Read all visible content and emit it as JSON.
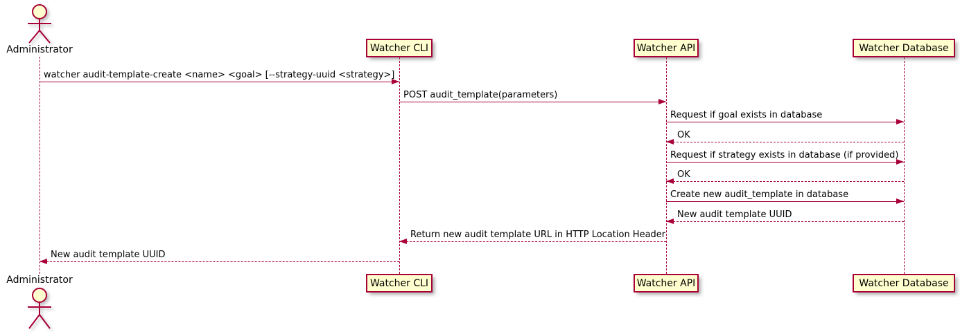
{
  "diagram": {
    "kind": "uml-sequence-diagram"
  },
  "colors": {
    "accent": "#A80036",
    "participant_fill": "#FEFECE",
    "text": "#000000",
    "background": "#FFFFFF"
  },
  "actor": {
    "label": "Administrator"
  },
  "participants": [
    {
      "id": "watcher-cli",
      "label": "Watcher CLI"
    },
    {
      "id": "watcher-api",
      "label": "Watcher API"
    },
    {
      "id": "watcher-database",
      "label": "Watcher Database"
    }
  ],
  "messages": [
    {
      "from": "administrator",
      "to": "watcher-cli",
      "style": "solid",
      "label": "watcher audit-template-create <name> <goal> [--strategy-uuid <strategy>]"
    },
    {
      "from": "watcher-cli",
      "to": "watcher-api",
      "style": "solid",
      "label": "POST audit_template(parameters)"
    },
    {
      "from": "watcher-api",
      "to": "watcher-database",
      "style": "solid",
      "label": "Request if goal exists in database"
    },
    {
      "from": "watcher-database",
      "to": "watcher-api",
      "style": "dashed",
      "label": "OK"
    },
    {
      "from": "watcher-api",
      "to": "watcher-database",
      "style": "solid",
      "label": "Request if strategy exists in database (if provided)"
    },
    {
      "from": "watcher-database",
      "to": "watcher-api",
      "style": "dashed",
      "label": "OK"
    },
    {
      "from": "watcher-api",
      "to": "watcher-database",
      "style": "solid",
      "label": "Create new audit_template in database"
    },
    {
      "from": "watcher-database",
      "to": "watcher-api",
      "style": "dashed",
      "label": "New audit template UUID"
    },
    {
      "from": "watcher-api",
      "to": "watcher-cli",
      "style": "dashed",
      "label": "Return new audit template URL in HTTP Location Header"
    },
    {
      "from": "watcher-cli",
      "to": "administrator",
      "style": "dashed",
      "label": "New audit template UUID"
    }
  ]
}
